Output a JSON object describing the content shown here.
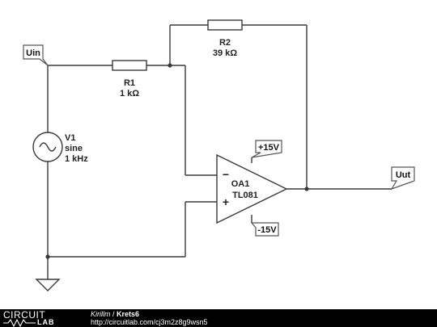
{
  "schematic": {
    "components": {
      "r1": {
        "name": "R1",
        "value": "1 kΩ"
      },
      "r2": {
        "name": "R2",
        "value": "39 kΩ"
      },
      "v1": {
        "name": "V1",
        "type": "sine",
        "freq": "1 kHz"
      },
      "oa1": {
        "name": "OA1",
        "model": "TL081",
        "inv_symbol": "−",
        "noninv_symbol": "+"
      }
    },
    "nets": {
      "uin": "Uin",
      "uut": "Uut",
      "vpos": "+15V",
      "vneg": "-15V"
    }
  },
  "footer": {
    "logo_top": "CIRCUIT",
    "logo_bottom": "LAB",
    "author": "Kirillm",
    "separator": " / ",
    "title": "Krets6",
    "url": "http://circuitlab.com/cj3m2z8g9wsn5"
  }
}
